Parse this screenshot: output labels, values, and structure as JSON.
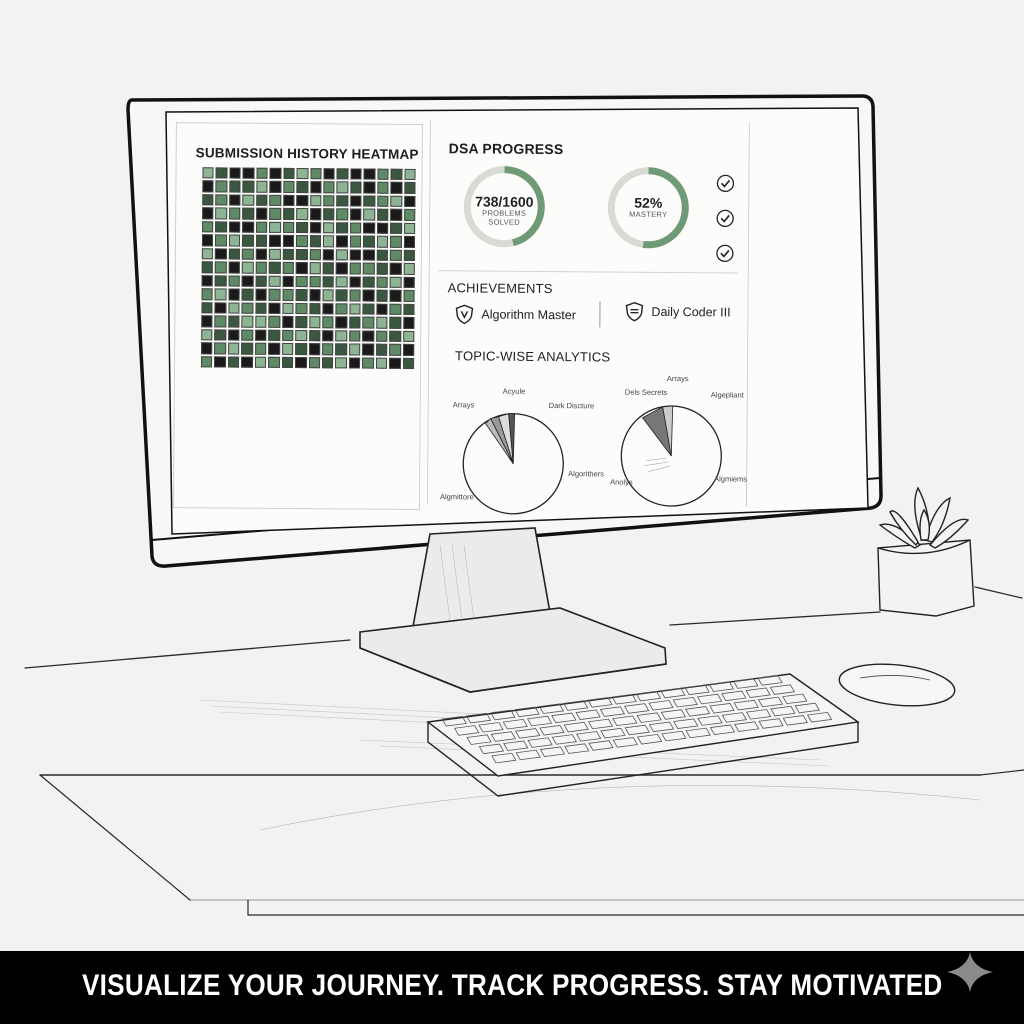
{
  "dashboard": {
    "heatmap": {
      "title": "SUBMISSION HISTORY HEATMAP",
      "rows": 15,
      "cols": 16,
      "levels": [
        "3100201320100213",
        "0211302102310201",
        "1203120032101230",
        "0321021301203102",
        "2100232103120013",
        "0231100213021320",
        "3012031120300121",
        "1203212031022103",
        "0120130221301230",
        "2301022103120102",
        "1032103210231021",
        "0213320132012310",
        "3102012310320213",
        "0231203102130120",
        "2010321021302301"
      ],
      "palette": [
        "#1a1a1a",
        "#39583f",
        "#5f8a66",
        "#8db594"
      ]
    },
    "dsa_progress": {
      "title": "DSA PROGRESS",
      "solved_value": "738/1600",
      "solved_caption_1": "PROBLEMS",
      "solved_caption_2": "SOLVED",
      "solved_fraction": 0.46,
      "mastery_value": "52%",
      "mastery_caption": "MASTERY",
      "mastery_fraction": 0.52,
      "accent": "#6f9a76"
    },
    "achievements": {
      "title": "ACHIEVEMENTS",
      "badges": [
        {
          "label": "Algorithm Master",
          "icon": "shield-badge-icon"
        },
        {
          "label": "Daily Coder III",
          "icon": "shield-badge-icon"
        }
      ]
    },
    "topic_analytics": {
      "title": "TOPIC-WISE ANALYTICS",
      "pie1_labels": [
        "Arrays",
        "Acyule",
        "Dark Discture",
        "Algorithers",
        "Algmittore"
      ],
      "pie2_labels": [
        "Dels Secrets",
        "Arrays",
        "Algepliant",
        "Anolys",
        "Algmiems"
      ]
    }
  },
  "caption": {
    "text": "VISUALIZE YOUR JOURNEY. TRACK PROGRESS. STAY MOTIVATED"
  }
}
